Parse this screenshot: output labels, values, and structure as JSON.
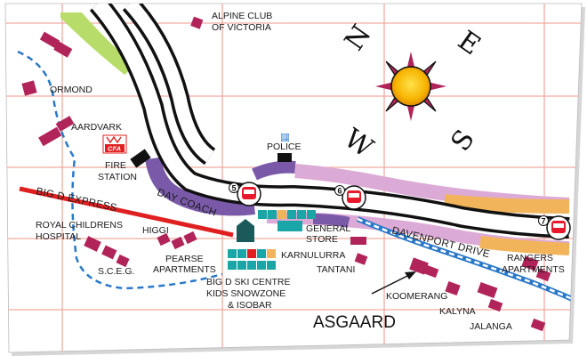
{
  "colors": {
    "grid": "#f2aaa0",
    "building": "#b0245a",
    "main_road": "#111111",
    "bus_route_purple": "#7a5aa8",
    "bus_route_pink": "#dcaad6",
    "bus_route_orange": "#f2b45a",
    "express_line": "#e02020",
    "dashed_path": "#2a78c8",
    "green_strip": "#b8dc6a",
    "amenity_teal": "#1aa6a6",
    "stop_red": "#e8192c"
  },
  "labels": {
    "alpine_club_line1": "ALPINE CLUB",
    "alpine_club_line2": "OF VICTORIA",
    "ormond": "ORMOND",
    "aardvark": "AARDVARK",
    "fire_line1": "FIRE",
    "fire_line2": "STATION",
    "cfa": "CFA",
    "police": "POLICE",
    "big_d_express": "BIG D EXPRESS",
    "day_coach": "DAY COACH",
    "royal_line1": "ROYAL CHILDRENS",
    "royal_line2": "HOSPITAL",
    "higgi": "HIGGI",
    "pearse_line1": "PEARSE",
    "pearse_line2": "APARTMENTS",
    "sceg": "S.C.E.G.",
    "general_line1": "GENERAL",
    "general_line2": "STORE",
    "karnulurra": "KARNULURRA",
    "tantani": "TANTANI",
    "davenport_drive": "DAVENPORT DRIVE",
    "rangers_line1": "RANGERS",
    "rangers_line2": "APARTMENTS",
    "bigd_line1": "BIG D SKI CENTRE",
    "bigd_line2": "KIDS SNOWZONE",
    "bigd_line3": "& ISOBAR",
    "koomerang": "KOOMERANG",
    "kalyna": "KALYNA",
    "jalanga": "JALANGA",
    "asgaard": "ASGAARD"
  },
  "compass": {
    "n": "N",
    "e": "E",
    "s": "S",
    "w": "W"
  },
  "bus_stops": [
    {
      "number": "5"
    },
    {
      "number": "6"
    },
    {
      "number": "7"
    }
  ]
}
